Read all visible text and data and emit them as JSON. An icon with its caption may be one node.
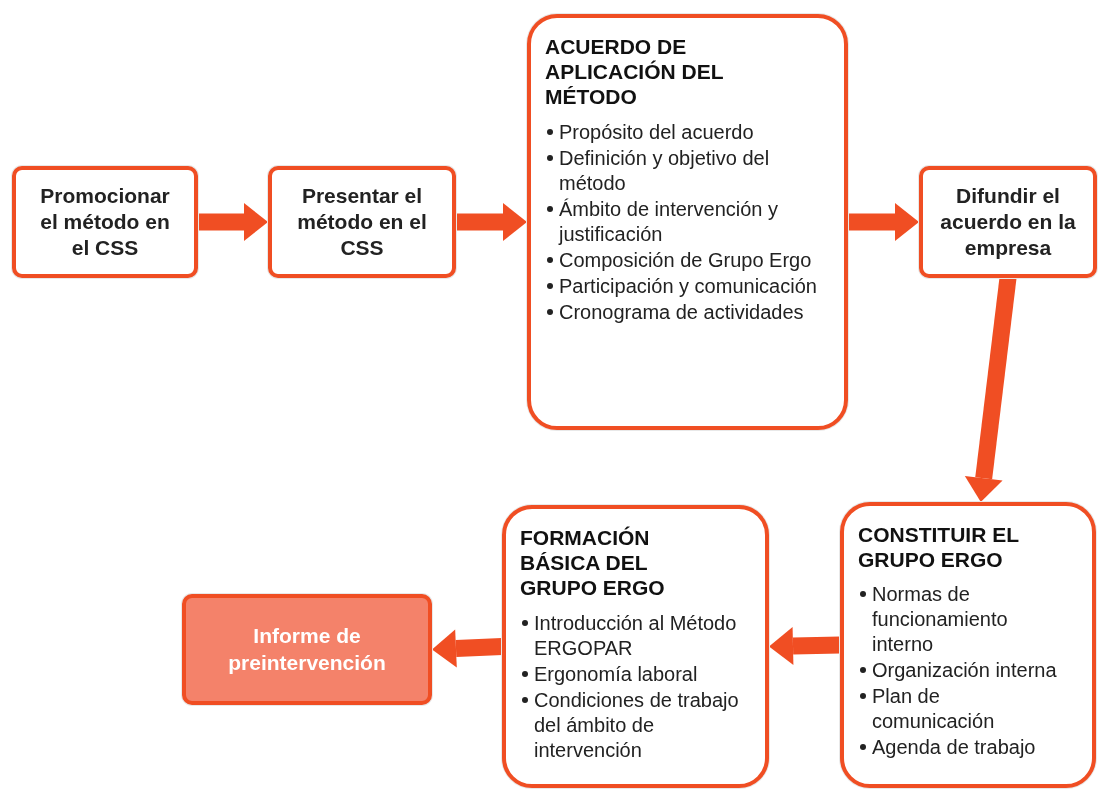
{
  "diagram": {
    "nodes": [
      {
        "text": [
          "Promocionar el método en el CSS"
        ]
      },
      {
        "text": [
          "Presentar el método en el CSS"
        ]
      },
      {
        "text": [
          "ACUERDO DE APLICACIÓN DEL MÉTODO",
          "Propósito del acuerdo",
          "Definición y objetivo del método",
          "Ámbito de intervención y justificación",
          "Composición de Grupo Ergo",
          "Participación y comunicación",
          "Cronograma de actividades"
        ]
      },
      {
        "text": [
          "Difundir el acuerdo en la empresa"
        ]
      },
      {
        "text": [
          "CONSTITUIR EL GRUPO ERGO",
          "Normas de funcionamiento interno",
          "Organización interna",
          "Plan de comunicación",
          "Agenda de trabajo"
        ]
      },
      {
        "text": [
          "FORMACIÓN BÁSICA DEL GRUPO ERGO",
          "Introducción al Método ERGOPAR",
          "Ergonomía laboral",
          "Condiciones de trabajo del ámbito de intervención"
        ]
      },
      {
        "text": [
          "Informe de preintervención"
        ]
      }
    ],
    "edges": [
      {
        "from": 0,
        "to": 1,
        "arrow": "to"
      },
      {
        "from": 1,
        "to": 2,
        "arrow": "to"
      },
      {
        "from": 2,
        "to": 3,
        "arrow": "to"
      },
      {
        "from": 3,
        "to": 4,
        "arrow": "to"
      },
      {
        "from": 4,
        "to": 5,
        "arrow": "to"
      },
      {
        "from": 5,
        "to": 6,
        "arrow": "to"
      }
    ]
  }
}
